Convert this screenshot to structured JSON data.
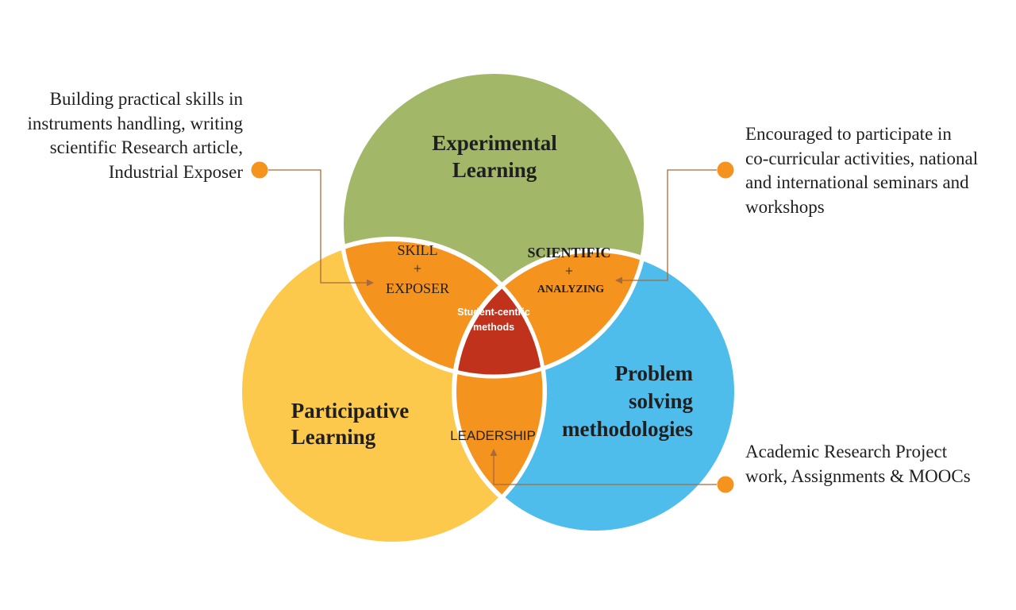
{
  "colors": {
    "experimental": "#a2b868",
    "participative": "#fcc94c",
    "problem": "#4fbdec",
    "overlap": "#f4941f",
    "center": "#c0321b",
    "connector": "#a86a3c",
    "dot": "#f4941f"
  },
  "circles": {
    "experimental": {
      "line1": "Experimental",
      "line2": "Learning"
    },
    "participative": {
      "line1": "Participative",
      "line2": "Learning"
    },
    "problem": {
      "line1": "Problem",
      "line2": "solving",
      "line3": "methodologies"
    }
  },
  "overlaps": {
    "skill": {
      "line1": "SKILL",
      "line2": "+",
      "line3": "EXPOSER"
    },
    "scientific": {
      "line1": "SCIENTIFIC",
      "line2": "+",
      "line3": "ANALYZING"
    },
    "leadership": {
      "label": "LEADERSHIP"
    },
    "center": {
      "line1": "Student-centric",
      "line2": "methods"
    }
  },
  "notes": {
    "top_left": [
      "Building practical skills in",
      "instruments handling, writing",
      "scientific Research article,",
      "Industrial Exposer"
    ],
    "top_right": [
      "Encouraged to participate in",
      "co-curricular activities, national",
      "and international seminars and",
      "workshops"
    ],
    "bottom_right": [
      "Academic Research Project",
      "work, Assignments & MOOCs"
    ]
  }
}
